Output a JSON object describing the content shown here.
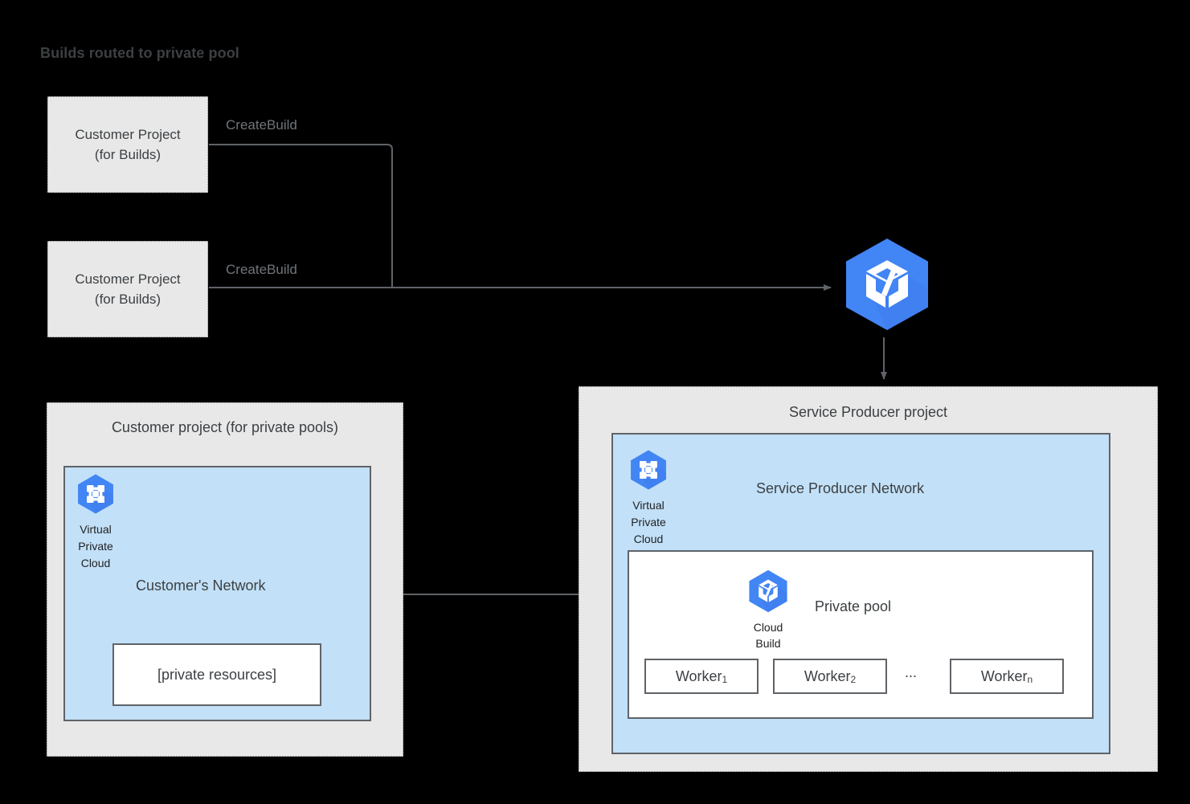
{
  "title": "Builds routed to private pool",
  "build_projects": [
    {
      "line1": "Customer Project",
      "line2": "(for Builds)",
      "edge_label": "CreateBuild"
    },
    {
      "line1": "Customer Project",
      "line2": "(for Builds)",
      "edge_label": "CreateBuild"
    }
  ],
  "cloud_build_service": {
    "icon": "cloud-build-icon"
  },
  "customer_panel": {
    "title": "Customer project (for private pools)",
    "network_title": "Customer's Network",
    "vpc": {
      "icon": "virtual-private-cloud-icon",
      "line1": "Virtual",
      "line2": "Private",
      "line3": "Cloud"
    },
    "private_resources": "[private resources]"
  },
  "producer_panel": {
    "title": "Service Producer project",
    "network_title": "Service Producer Network",
    "vpc": {
      "icon": "virtual-private-cloud-icon",
      "line1": "Virtual",
      "line2": "Private",
      "line3": "Cloud"
    },
    "private_pool": {
      "label": "Private pool",
      "cloud_build": {
        "icon": "cloud-build-icon",
        "line1": "Cloud",
        "line2": "Build"
      },
      "workers": [
        {
          "name": "Worker",
          "sub": "1"
        },
        {
          "name": "Worker",
          "sub": "2"
        },
        {
          "name": "Worker",
          "sub": "n"
        }
      ],
      "ellipsis": "..."
    }
  },
  "colors": {
    "background": "#000000",
    "panel_fill": "#e8e8e8",
    "network_fill": "#c2e0f7",
    "box_fill": "#ffffff",
    "border_dark": "#5f6368",
    "border_dotted": "#8a8a8a",
    "text": "#3c4043",
    "muted_text": "#70757a",
    "google_blue": "#4285f4",
    "arrow": "#5f6368"
  }
}
